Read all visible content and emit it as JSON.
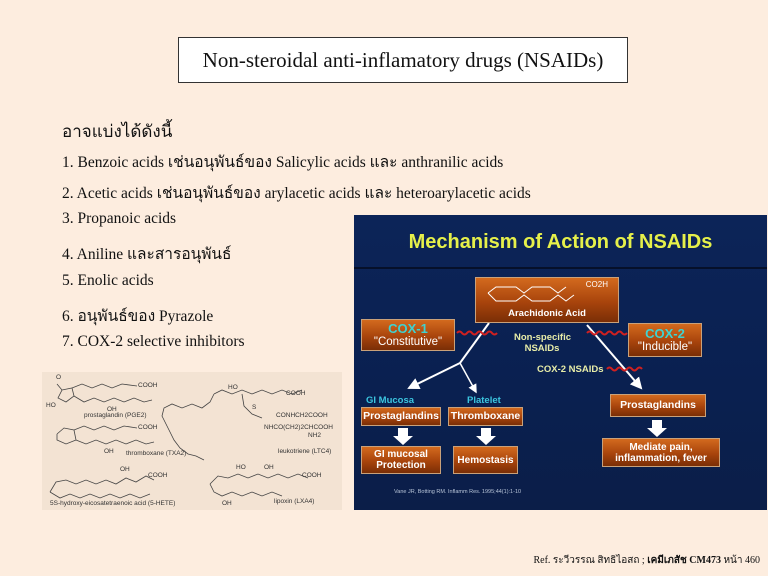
{
  "title": "Non-steroidal anti-inflamatory drugs (NSAIDs)",
  "intro": "อาจแบ่งได้ดังนี้",
  "items": [
    "1. Benzoic acids เช่นอนุพันธ์ของ Salicylic acids และ anthranilic acids",
    "2. Acetic acids  เช่นอนุพันธ์ของ arylacetic acids และ heteroarylacetic acids",
    "3. Propanoic acids",
    "4. Aniline และสารอนุพันธ์",
    "5. Enolic acids",
    "6. อนุพันธ์ของ Pyrazole",
    "7. COX-2 selective inhibitors"
  ],
  "chem_labels": {
    "pge2": "prostaglandin (PGE2)",
    "txa2": "thromboxane (TXA2)",
    "hete": "5S-hydroxy-eicosatetraenoic acid (5-HETE)",
    "ltc4": "leukotriene (LTC4)",
    "lxa4": "lipoxin (LXA4)",
    "cooh": "COOH",
    "oh": "OH",
    "ho": "HO",
    "o": "O",
    "conh": "CONHCH2COOH",
    "nhco": "NHCO(CH2)2CHCOOH",
    "nh2": "NH2",
    "s": "S"
  },
  "diagram": {
    "title": "Mechanism of Action of NSAIDs",
    "co2h": "CO2H",
    "arachidonic": "Arachidonic Acid",
    "cox1": "COX-1",
    "cox1_sub": "\"Constitutive\"",
    "cox2": "COX-2",
    "cox2_sub": "\"Inducible\"",
    "nonspecific_1": "Non-specific",
    "nonspecific_2": "NSAIDs",
    "cox2_nsaids": "COX-2  NSAIDs",
    "gi_mucosa": "GI Mucosa",
    "platelet": "Platelet",
    "prostaglandins_left": "Prostaglandins",
    "thromboxane": "Thromboxane",
    "gi_protection_1": "GI mucosal",
    "gi_protection_2": "Protection",
    "hemostasis": "Hemostasis",
    "prostaglandins_right": "Prostaglandins",
    "mediate_1": "Mediate pain,",
    "mediate_2": "inflammation, fever",
    "citation": "Vane JR, Botting RM. Inflamm Res. 1995;44(1):1-10",
    "colors": {
      "background": "#0a2050",
      "title": "#e6f04a",
      "box": "#a8440c",
      "cox_label": "#3fd2d0",
      "inhibition": "#d02020"
    }
  },
  "reference": {
    "prefix": "Ref. ระวีวรรณ  สิทธิไอสถ ; ",
    "bold": "เคมีเภสัช CM473",
    "suffix": "  หน้า 460"
  }
}
